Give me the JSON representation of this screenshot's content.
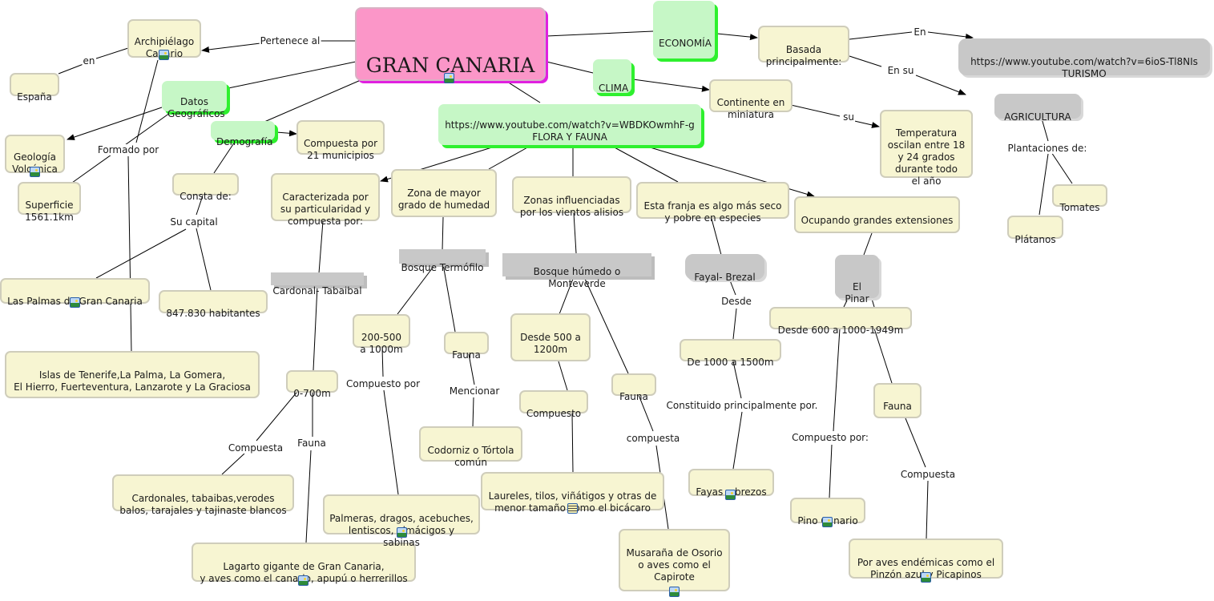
{
  "concept_map": {
    "title": "GRAN CANARIA",
    "nodes": {
      "main": "GRAN CANARIA",
      "archipielago": "Archipiélago\nCanario",
      "espana": "España",
      "datos_geo": "Datos\nGeográficos",
      "geologia": "Geología\nVolcánica",
      "superficie": "Superficie\n1561.1km",
      "demografia": "Demografía",
      "municipios": "Compuesta por\n21 municipios",
      "consta": "Consta de:",
      "las_palmas": "Las Palmas de Gran Canaria",
      "habitantes": "847.830 habitantes",
      "islas": "Islas de Tenerife,La Palma, La Gomera,\nEl Hierro, Fuerteventura, Lanzarote y La Graciosa",
      "economia": "ECONOMÍA",
      "basada": "Basada\nprincipalmente:",
      "turismo": "https://www.youtube.com/watch?v=6ioS-Tl8NIs\nTURISMO",
      "agricultura": "AGRICULTURA",
      "tomates": "Tomates",
      "platanos": "Plátanos",
      "clima": "CLIMA",
      "continente": "Continente en\nminiatura",
      "temperatura": "Temperatura\noscilan entre 18\ny 24 grados\ndurante todo\nel año",
      "flora": "https://www.youtube.com/watch?v=WBDKOwmhF-g\nFLORA Y FAUNA",
      "caracterizada": "Caracterizada por\nsu particularidad y\ncompuesta por:",
      "zona_humedad": "Zona de mayor\ngrado de humedad",
      "zonas_alisios": "Zonas influenciadas\npor los vientos alisios",
      "franja": "Esta franja es algo más seco\ny pobre en especies",
      "ocupando": "Ocupando grandes extensiones",
      "cardonal": "Cardonal- Tabaibal",
      "termofilo": "Bosque Termófilo",
      "monteverde": "Bosque húmedo o Monteverde",
      "fayal": "Fayal- Brezal",
      "pinar": "El Pinar",
      "r0_700": "0-700m",
      "r200_500": "200-500\na 1000m",
      "fauna_termo": "Fauna",
      "r500_1200": "Desde 500 a\n1200m",
      "compuesto_mv": "Compuesto",
      "fauna_mv": "Fauna",
      "r1000_1500": "De 1000 a 1500m",
      "r600": "Desde 600 a 1000-1949m",
      "fauna_pinar": "Fauna",
      "cardonales": "Cardonales, tabaibas,verodes\nbalos, tarajales y tajinaste blancos",
      "lagarto": "Lagarto gigante de Gran Canaria,\ny aves como el canario, apupú o herrerillos",
      "palmeras": "Palmeras, dragos, acebuches,\nlentiscos, almácigos y sabinas",
      "codorniz": "Codorniz o Tórtola\ncomún",
      "laureles": "Laureles, tilos, viñátigos y otras de\nmenor tamaño como el bicácaro",
      "musarana": "Musaraña de Osorio\no aves como el\nCapirote",
      "fayas": "Fayas y brezos",
      "pino": "Pino Canario",
      "aves_endemicas": "Por aves endémicas como el\nPinzón azul y Picapinos"
    },
    "link_labels": {
      "pertenece": "Pertenece al",
      "en": "en",
      "formado": "Formado por",
      "su_capital": "Su capital",
      "en_turismo": "En",
      "en_su": "En su",
      "su": "su",
      "plantaciones": "Plantaciones de:",
      "compuesto_por_1": "Compuesto por",
      "mencionar": "Mencionar",
      "compuesta_1": "Compuesta",
      "fauna_link": "Fauna",
      "compuesta_mv": "compuesta",
      "desde": "Desde",
      "constituido": "Constituido principalmente por.",
      "compuesto_por_2": "Compuesto por:",
      "compuesta_2": "Compuesta"
    },
    "colors": {
      "main_fill": "#fb96c8",
      "main_shadow": "#e020e0",
      "green_fill": "#c6f7c6",
      "green_shadow": "#2ef02e",
      "concept_fill": "#f7f5d2",
      "concept_border": "#cfcdbb",
      "gray_fill": "#c8c8c8"
    }
  }
}
